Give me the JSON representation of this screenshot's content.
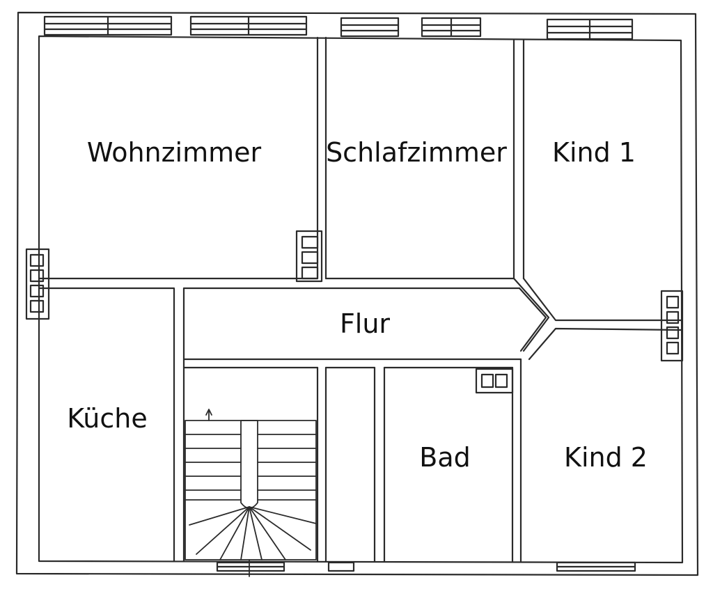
{
  "floor_plan": {
    "rooms": [
      {
        "id": "wohnzimmer",
        "label": "Wohnzimmer"
      },
      {
        "id": "schlafzimmer",
        "label": "Schlafzimmer"
      },
      {
        "id": "kind1",
        "label": "Kind 1"
      },
      {
        "id": "flur",
        "label": "Flur"
      },
      {
        "id": "kueche",
        "label": "Küche"
      },
      {
        "id": "bad",
        "label": "Bad"
      },
      {
        "id": "kind2",
        "label": "Kind 2"
      }
    ]
  },
  "colors": {
    "line": "#2a2a2a",
    "background": "#ffffff"
  }
}
